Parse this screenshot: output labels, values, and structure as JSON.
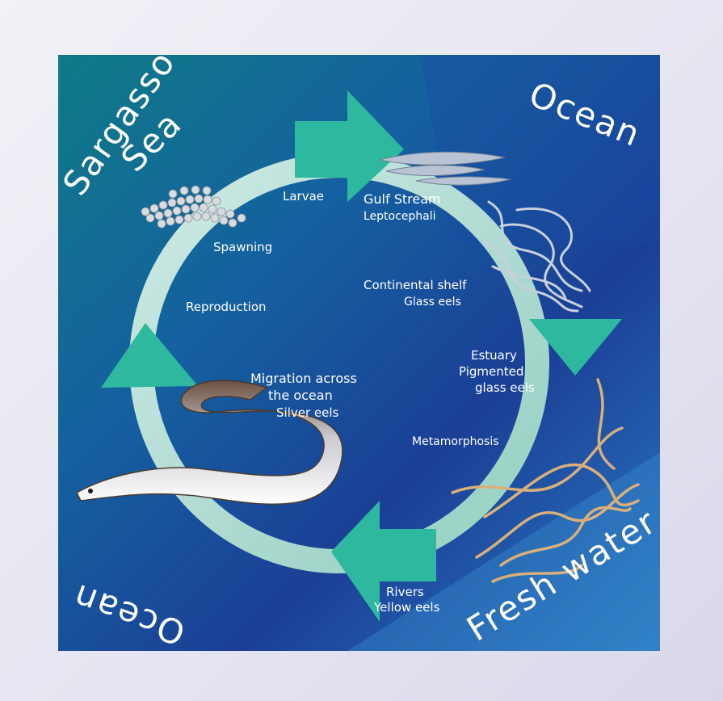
{
  "regions": {
    "sargasso": "Sargasso",
    "sea": "Sea",
    "ocean_top": "Ocean",
    "ocean_bottom": "Ocean",
    "fresh_water": "Fresh water"
  },
  "stages": {
    "larvae": "Larvae",
    "spawning": "Spawning",
    "reproduction": "Reproduction",
    "gulf_stream": "Gulf Stream",
    "leptocephali": "Leptocephali",
    "continental_shelf": "Continental shelf",
    "glass_eels": "Glass eels",
    "estuary": "Estuary",
    "pigmented": "Pigmented",
    "glass_eels_2": "glass eels",
    "metamorphosis": "Metamorphosis",
    "migration_1": "Migration across",
    "migration_2": "the ocean",
    "silver_eels": "Silver eels",
    "rivers": "Rivers",
    "yellow_eels": "Yellow eels"
  },
  "colors": {
    "deep_blue": "#1a4aa3",
    "teal": "#0f7a86",
    "arrow": "#2fb8a0",
    "ring": "#c9ecdf"
  }
}
